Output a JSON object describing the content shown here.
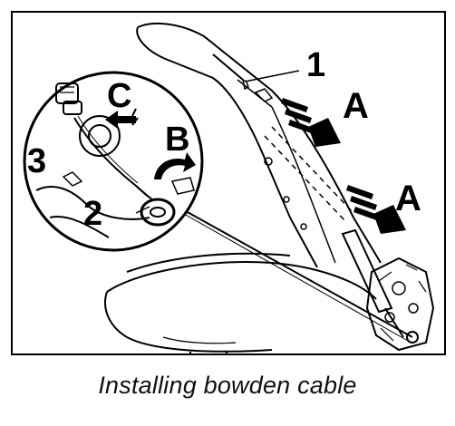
{
  "caption": "Installing bowden cable",
  "labels": {
    "one": "1",
    "two": "2",
    "three": "3",
    "a_upper": "A",
    "a_lower": "A",
    "b": "B",
    "c": "C"
  },
  "colors": {
    "ink": "#000000",
    "paper": "#ffffff"
  }
}
